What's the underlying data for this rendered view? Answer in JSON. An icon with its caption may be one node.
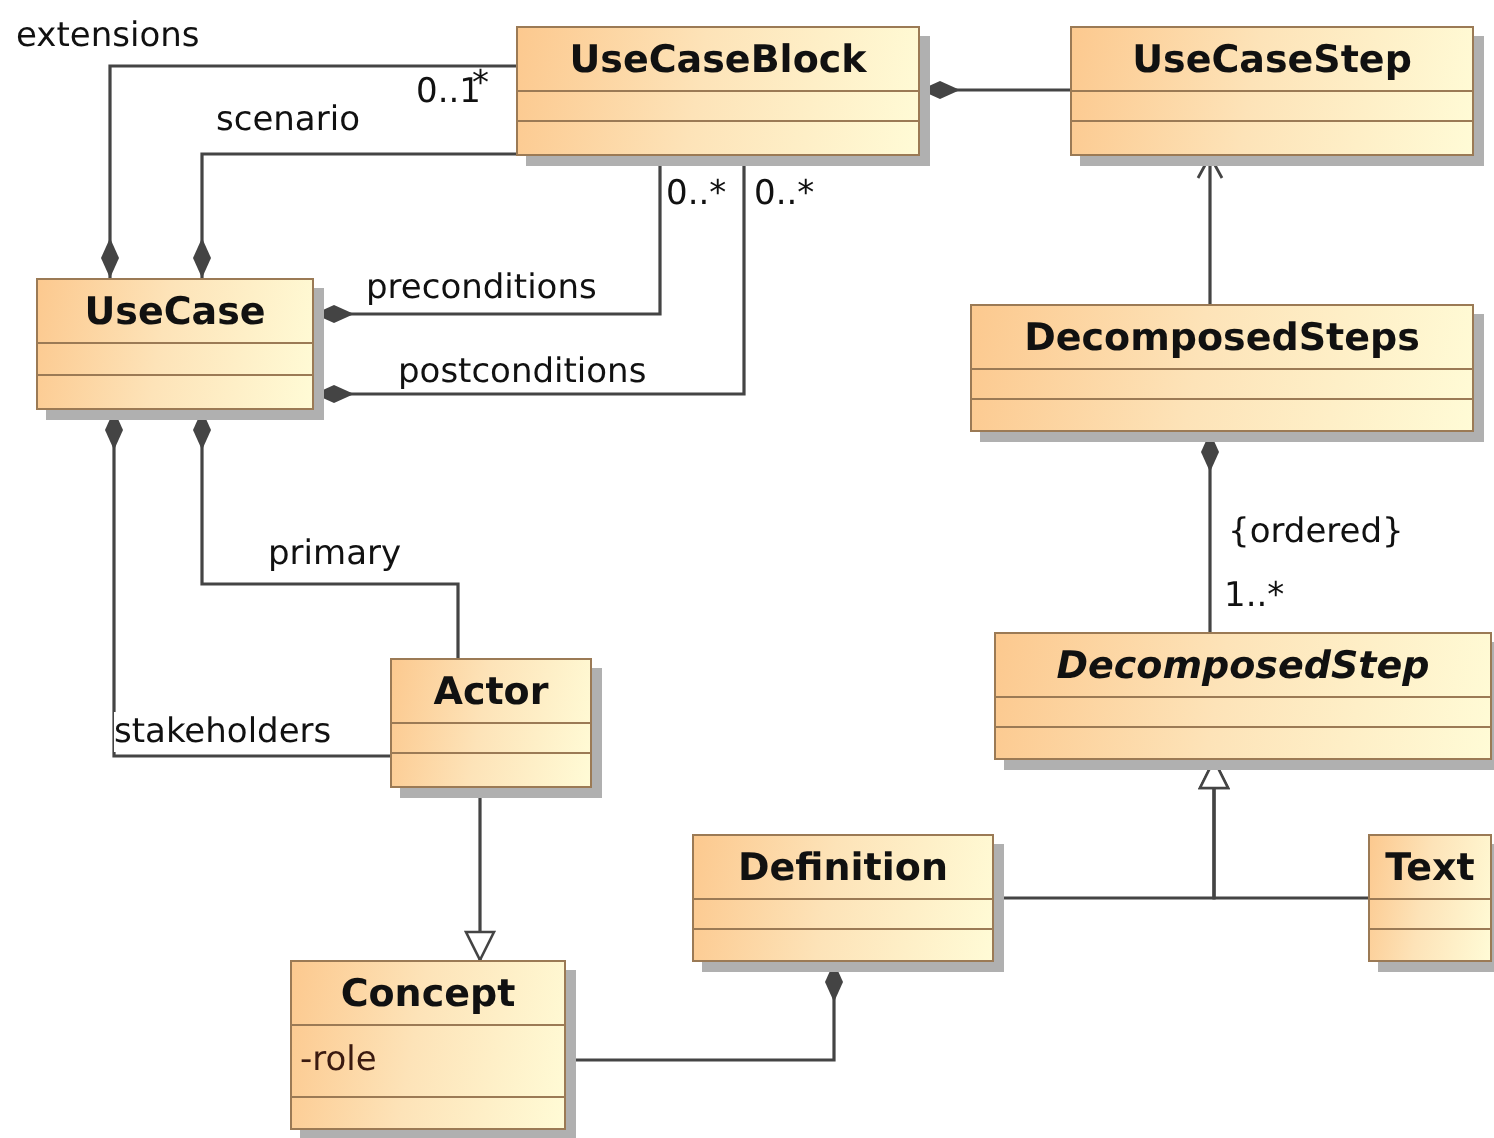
{
  "diagram": {
    "nodes": [
      {
        "text": [
          "UseCaseBlock"
        ]
      },
      {
        "text": [
          "UseCaseStep"
        ]
      },
      {
        "text": [
          "UseCase"
        ]
      },
      {
        "text": [
          "DecomposedSteps"
        ]
      },
      {
        "text": [
          "DecomposedStep"
        ]
      },
      {
        "text": [
          "Actor"
        ]
      },
      {
        "text": [
          "Definition"
        ]
      },
      {
        "text": [
          "Text"
        ]
      },
      {
        "text": [
          "Concept",
          "-role"
        ]
      }
    ],
    "edges": [
      {
        "from": 0,
        "to": 2,
        "arrow": "other",
        "label": "extensions"
      },
      {
        "from": 0,
        "to": 2,
        "arrow": "other",
        "label": "scenario"
      },
      {
        "from": 0,
        "to": 2,
        "arrow": "other",
        "label": "preconditions"
      },
      {
        "from": 0,
        "to": 2,
        "arrow": "other",
        "label": "postconditions"
      },
      {
        "from": 1,
        "to": 0,
        "arrow": "other"
      },
      {
        "from": 3,
        "to": 1,
        "arrow": "to"
      },
      {
        "from": 4,
        "to": 3,
        "arrow": "other",
        "label": "{ordered}"
      },
      {
        "from": 5,
        "to": 2,
        "arrow": "other",
        "label": "primary"
      },
      {
        "from": 5,
        "to": 2,
        "arrow": "other",
        "label": "stakeholders"
      },
      {
        "from": 5,
        "to": 8,
        "arrow": "to"
      },
      {
        "from": 6,
        "to": 4,
        "arrow": "to"
      },
      {
        "from": 7,
        "to": 4,
        "arrow": "to"
      },
      {
        "from": 8,
        "to": 6,
        "arrow": "other"
      }
    ],
    "labels": [
      "0..1",
      "*",
      "0..*",
      "0..*",
      "1..*"
    ]
  }
}
